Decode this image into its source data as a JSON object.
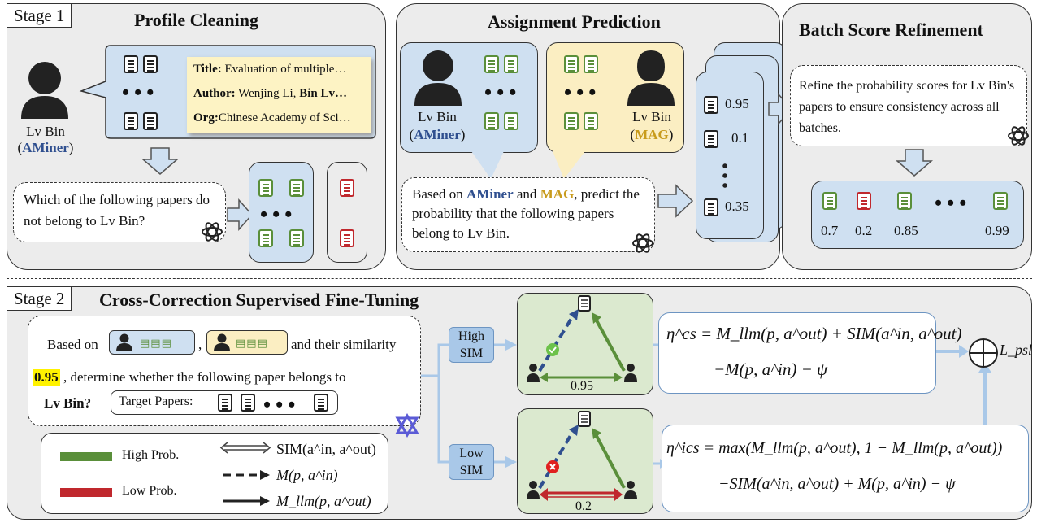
{
  "stage1": {
    "tag": "Stage 1",
    "profile_cleaning": {
      "title": "Profile Cleaning",
      "person_name": "Lv Bin",
      "person_source": "AMiner",
      "paper_title_label": "Title:",
      "paper_title_value": "Evaluation of multiple…",
      "paper_author_label": "Author:",
      "paper_author_value": "Wenjing Li, ",
      "paper_author_bold": "Bin Lv…",
      "paper_org_label": "Org:",
      "paper_org_value": "Chinese Academy of Sci…",
      "question": "Which of the following papers do not belong to Lv Bin?"
    },
    "assignment_prediction": {
      "title": "Assignment Prediction",
      "left_person_name": "Lv Bin",
      "left_person_source": "AMiner",
      "right_person_name": "Lv Bin",
      "right_person_source": "MAG",
      "prompt_pre": "Based on ",
      "prompt_src1": "AMiner",
      "prompt_mid": " and ",
      "prompt_src2": "MAG",
      "prompt_post": ", predict the probability that the following papers belong to Lv Bin.",
      "scores": [
        "0.95",
        "0.1",
        "0.35"
      ]
    },
    "batch_refinement": {
      "title": "Batch Score Refinement",
      "instruction": "Refine the probability scores for Lv Bin's papers to ensure consistency across all batches.",
      "scores": [
        "0.7",
        "0.2",
        "0.85",
        "0.99"
      ]
    }
  },
  "stage2": {
    "tag": "Stage 2",
    "title": "Cross-Correction Supervised Fine-Tuning",
    "prompt_based_on": "Based on",
    "prompt_comma": ",",
    "prompt_similarity": "and their similarity",
    "prompt_score": "0.95",
    "prompt_determine": ", determine whether the following paper belongs to",
    "prompt_target_name": "Lv Bin?",
    "target_papers_label": "Target Papers:",
    "high_sim_label_1": "High",
    "high_sim_label_2": "SIM",
    "low_sim_label_1": "Low",
    "low_sim_label_2": "SIM",
    "high_sim_value": "0.95",
    "low_sim_value": "0.2",
    "legend": {
      "high_prob": "High Prob.",
      "low_prob": "Low Prob.",
      "sim": "SIM(a^in, a^out)",
      "m_in": "M(p, a^in)",
      "m_llm": "M_llm(p, a^out)"
    },
    "eq_cs_line1": "η^cs = M_llm(p, a^out) + SIM(a^in, a^out)",
    "eq_cs_line2": "−M(p, a^in) − ψ",
    "eq_ics_line1": "η^ics = max(M_llm(p, a^out), 1 − M_llm(p, a^out))",
    "eq_ics_line2": "−SIM(a^in, a^out) + M(p, a^in) − ψ",
    "loss": "L_psl"
  },
  "colors": {
    "panel": "#ececec",
    "blue_fill": "#cfe0f1",
    "yellow_fill": "#fbeec2",
    "green_fill": "#dbe9cf",
    "green": "#5a8f3a",
    "red": "#c0282d",
    "arrow_blue": "#a9c8e8",
    "navy_dash": "#2f4f8f"
  }
}
